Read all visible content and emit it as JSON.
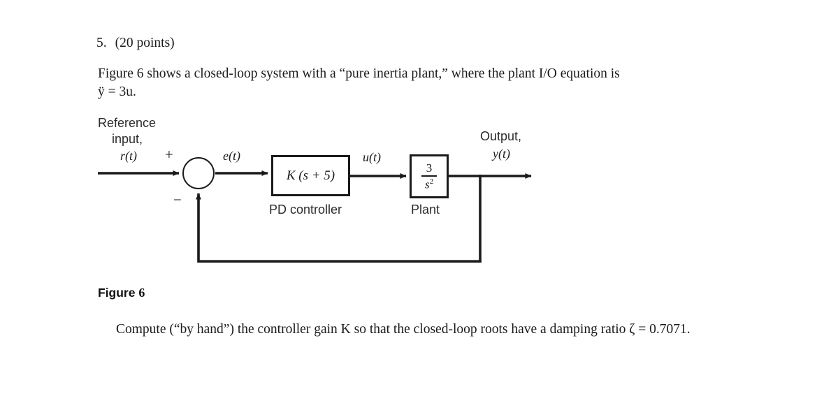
{
  "problem": {
    "number": "5.",
    "points": "(20 points)",
    "intro_line1": "Figure 6 shows a closed-loop system with a “pure inertia plant,” where the plant I/O equation is",
    "intro_equation": "ÿ = 3u.",
    "question_text": "Compute (“by hand”) the controller gain K so that the closed-loop roots have a damping ratio ζ = 0.7071."
  },
  "figure": {
    "caption_label": "Figure",
    "caption_number": "6",
    "labels": {
      "reference_line1": "Reference",
      "reference_line2": "input,",
      "reference_signal": "r(t)",
      "plus_sign": "+",
      "minus_sign": "−",
      "error_signal": "e(t)",
      "control_signal": "u(t)",
      "output_line1": "Output,",
      "output_signal": "y(t)"
    },
    "blocks": [
      {
        "id": "pd",
        "transfer_function": "K (s + 5)",
        "caption": "PD controller"
      },
      {
        "id": "plant",
        "numerator": "3",
        "denominator": "s",
        "denominator_exponent": "2",
        "caption": "Plant"
      }
    ],
    "colors": {
      "line": "#1a1a1a",
      "text": "#1a1a1a",
      "sans_text": "#2b2b2b",
      "background": "#ffffff"
    }
  }
}
